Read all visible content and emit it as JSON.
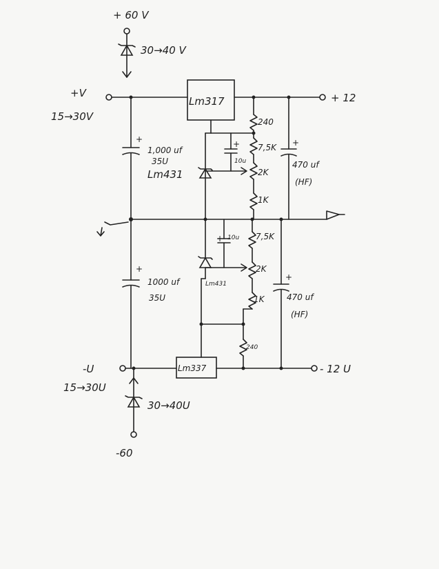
{
  "labels": {
    "plus60": "+ 60 V",
    "zener_top": "30→40 V",
    "plus_v": "+V",
    "range_top": "15→30V",
    "reg_top": "Lm317",
    "out_plus12": "+ 12",
    "r240_top": "240",
    "cap_plus": "+",
    "cap_top_value": "1,000 uf",
    "cap_top_voltage": "35U",
    "shunt_top": "Lm431",
    "cap_small_top": "10u",
    "r75k_top": "7,5K",
    "pot2k_top": "2K",
    "r1k_top": "1K",
    "cap_out_top": "470 uf",
    "hf_top": "(HF)",
    "cap_small_bottom": "10u",
    "r75k_bottom": "7,5K",
    "pot2k_bottom": "2K",
    "shunt_bottom": "Lm431",
    "cap_bottom_value": "1000 uf",
    "cap_bottom_voltage": "35U",
    "r1k_bottom": "1K",
    "cap_out_bottom": "470 uf",
    "hf_bottom": "(HF)",
    "r240_bottom": "240",
    "minus_v": "-U",
    "reg_bottom": "Lm337",
    "out_minus12": "- 12 U",
    "range_bottom": "15→30U",
    "zener_bottom": "30→40U",
    "minus60": "-60"
  },
  "colors": {
    "ink": "#222222",
    "paper": "#f7f7f5"
  }
}
